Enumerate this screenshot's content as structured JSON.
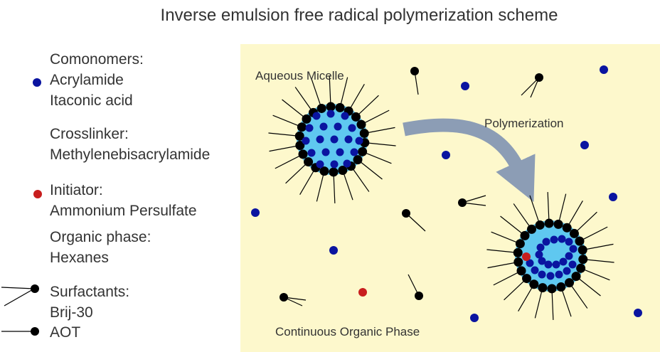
{
  "title": "Inverse emulsion free radical polymerization scheme",
  "legend": {
    "comonomers_heading": "Comonomers:",
    "comonomer_1": "Acrylamide",
    "comonomer_2": "Itaconic acid",
    "crosslinker_heading": "Crosslinker:",
    "crosslinker": "Methylenebisacrylamide",
    "initiator_heading": "Initiator:",
    "initiator": "Ammonium Persulfate",
    "organic_heading": "Organic phase:",
    "organic": "Hexanes",
    "surfactants_heading": "Surfactants:",
    "surfactant_1": "Brij-30",
    "surfactant_2": "AOT"
  },
  "diagram": {
    "aqueous_micelle_label": "Aqueous Micelle",
    "polymerization_label": "Polymerization",
    "continuous_phase_label": "Continuous Organic Phase"
  },
  "colors": {
    "monomer": "#0a14a0",
    "initiator": "#c81e1e",
    "surfactant": "#000000",
    "micelle_core": "#5fc8f0",
    "organic_phase": "#fdf8cc",
    "arrow": "#8c9db5"
  }
}
